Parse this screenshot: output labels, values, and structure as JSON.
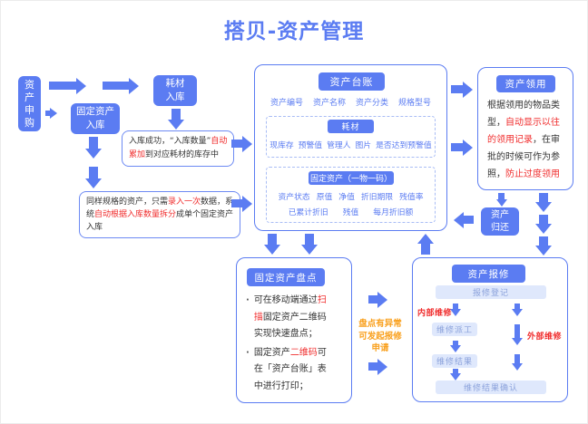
{
  "title": "搭贝-资产管理",
  "colors": {
    "primary_blue": "#5b7cf2",
    "light_bar_bg": "#dfe8fc",
    "bar_text": "#8ba2db",
    "red": "#f02d2d",
    "orange": "#f9a01d",
    "dashed_border": "#a9bdf5"
  },
  "nodes": {
    "purchase": {
      "label": "资\n产\n申\n购"
    },
    "fixed_in": {
      "label": "固定资产\n入库"
    },
    "consumable_in": {
      "label": "耗材\n入库"
    },
    "return": {
      "label": "资产\n归还"
    }
  },
  "notes": {
    "consumable_note": {
      "segments": [
        {
          "t": "入库成功，“入库数量”"
        },
        {
          "t": "自动\n累加",
          "c": "red"
        },
        {
          "t": "到对应耗材的库存中"
        }
      ]
    },
    "fixed_note": {
      "segments": [
        {
          "t": "同样规格的资产，只需"
        },
        {
          "t": "录入一次",
          "c": "red"
        },
        {
          "t": "数据，系\n统"
        },
        {
          "t": "自动根据入库数量拆分",
          "c": "red"
        },
        {
          "t": "成单个固定资产\n入库"
        }
      ]
    }
  },
  "ledger": {
    "title": "资产台账",
    "fields": [
      "资产编号",
      "资产名称",
      "资产分类",
      "规格型号"
    ],
    "consumable": {
      "title": "耗材",
      "fields": [
        "现库存",
        "预警值",
        "管理人",
        "图片",
        "是否达到预警值"
      ]
    },
    "fixed": {
      "title": "固定资产（一物一码）",
      "fields_row1": [
        "资产状态",
        "原值",
        "净值",
        "折旧期限",
        "残值率"
      ],
      "fields_row2": [
        "已累计折旧",
        "残值",
        "每月折旧额"
      ]
    }
  },
  "requisition": {
    "title": "资产领用",
    "body_segments": [
      {
        "t": "根据领用的物品类\n型，"
      },
      {
        "t": "自动显示以往\n的领用记录",
        "c": "red"
      },
      {
        "t": "，在审\n批的时候可作为参\n照，"
      },
      {
        "t": "防止过度领用",
        "c": "red"
      }
    ]
  },
  "inventory": {
    "title": "固定资产盘点",
    "bullets": [
      {
        "segments": [
          {
            "t": "可在移动端通过"
          },
          {
            "t": "扫\n描",
            "c": "red"
          },
          {
            "t": "固定资产二维码\n实现快速盘点；"
          }
        ]
      },
      {
        "segments": [
          {
            "t": "固定资产"
          },
          {
            "t": "二维码",
            "c": "red"
          },
          {
            "t": "可\n在「资产台账」表\n中进行打印；"
          }
        ]
      }
    ]
  },
  "inventory_exception": {
    "text": "盘点有异常\n可发起报修\n申请"
  },
  "repair": {
    "title": "资产报修",
    "register": "报修登记",
    "dispatch": "维修派工",
    "result": "维修结果",
    "confirm": "维修结果确认",
    "internal": "内部维修",
    "external": "外部维修"
  }
}
